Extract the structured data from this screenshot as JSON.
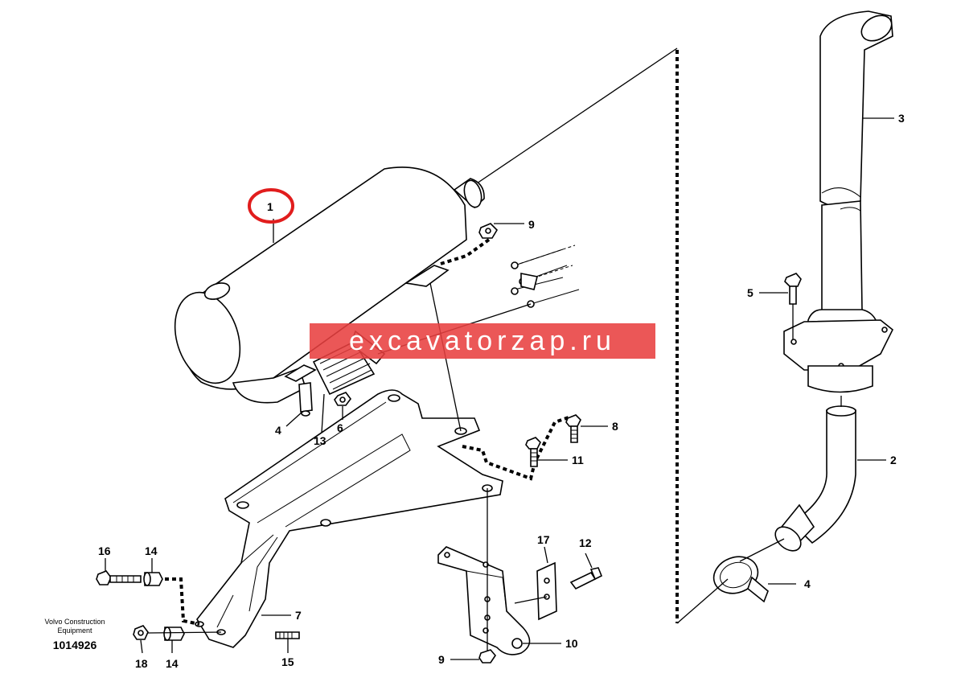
{
  "watermark": "excavatorzap.ru",
  "brand": {
    "line1": "Volvo Construction",
    "line2": "Equipment",
    "drawing_number": "1014926"
  },
  "highlight_color": "#e11d1d",
  "callouts": {
    "c1": "1",
    "c2": "2",
    "c3": "3",
    "c4a": "4",
    "c4b": "4",
    "c5": "5",
    "c6": "6",
    "c7": "7",
    "c8": "8",
    "c9a": "9",
    "c9b": "9",
    "c10": "10",
    "c11": "11",
    "c12": "12",
    "c13": "13",
    "c14a": "14",
    "c14b": "14",
    "c15": "15",
    "c16": "16",
    "c17": "17",
    "c18": "18"
  }
}
